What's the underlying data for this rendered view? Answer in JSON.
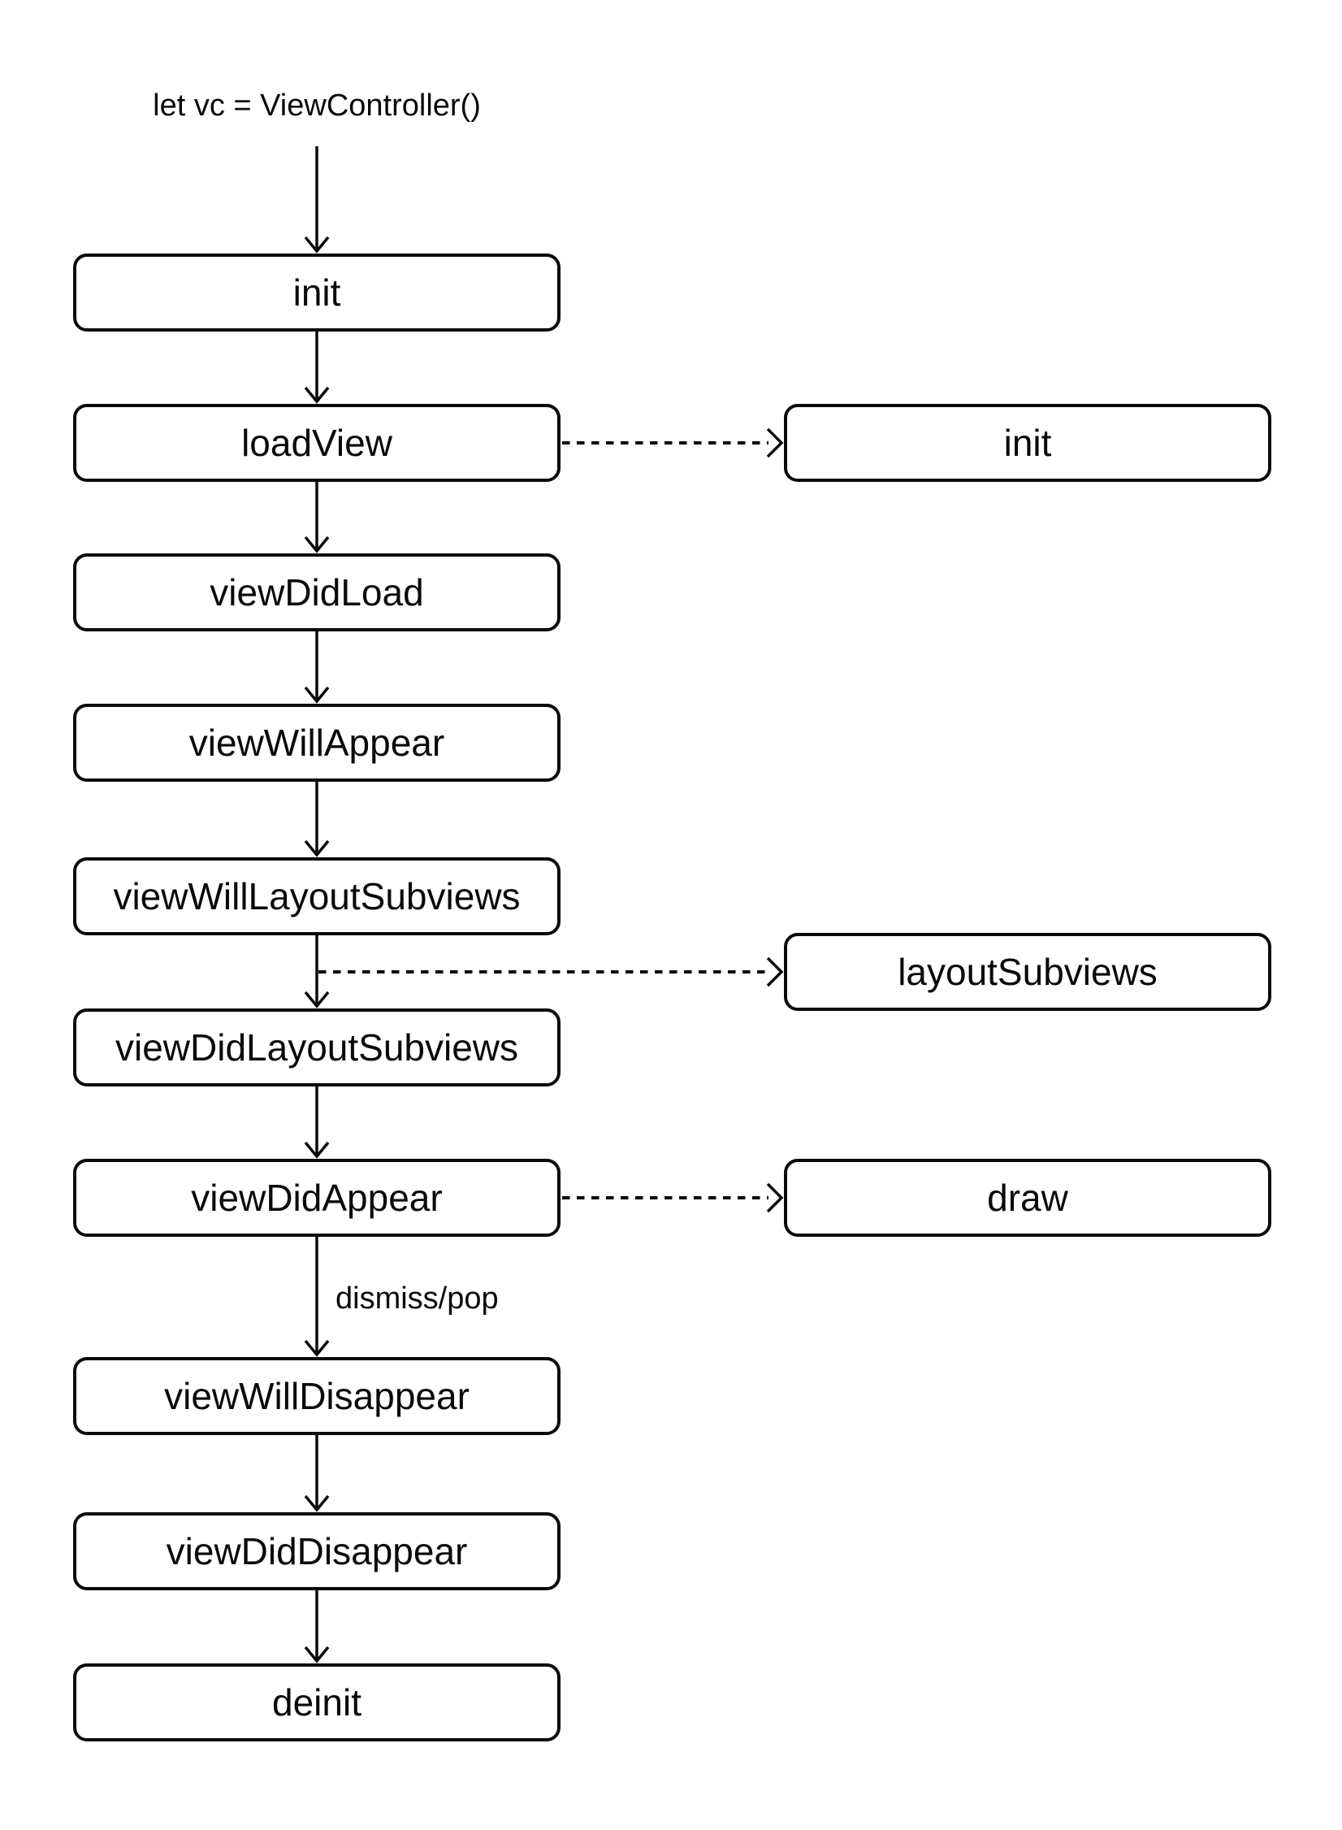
{
  "diagram": {
    "code_label": "let vc = ViewController()",
    "main_flow": [
      {
        "label": "init"
      },
      {
        "label": "loadView"
      },
      {
        "label": "viewDidLoad"
      },
      {
        "label": "viewWillAppear"
      },
      {
        "label": "viewWillLayoutSubviews"
      },
      {
        "label": "viewDidLayoutSubviews"
      },
      {
        "label": "viewDidAppear"
      },
      {
        "label": "viewWillDisappear"
      },
      {
        "label": "viewDidDisappear"
      },
      {
        "label": "deinit"
      }
    ],
    "side_nodes": [
      {
        "label": "init"
      },
      {
        "label": "layoutSubviews"
      },
      {
        "label": "draw"
      }
    ],
    "edges": {
      "solid_chain": [
        "code_label",
        "init",
        "loadView",
        "viewDidLoad",
        "viewWillAppear",
        "viewWillLayoutSubviews",
        "viewDidLayoutSubviews",
        "viewDidAppear",
        "viewWillDisappear",
        "viewDidDisappear",
        "deinit"
      ],
      "dashed": [
        {
          "from": "loadView",
          "to": "init (view)"
        },
        {
          "from": "viewWillLayoutSubviews → viewDidLayoutSubviews connector",
          "to": "layoutSubviews"
        },
        {
          "from": "viewDidAppear",
          "to": "draw"
        }
      ],
      "labeled": [
        {
          "label": "dismiss/pop",
          "from": "viewDidAppear",
          "to": "viewWillDisappear"
        }
      ]
    },
    "colors": {
      "background": "#ffffff",
      "stroke": "#0a0a0a",
      "text": "#0a0a0a"
    }
  }
}
